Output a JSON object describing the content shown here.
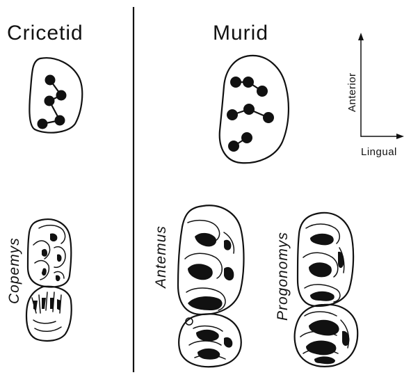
{
  "headings": {
    "left": "Cricetid",
    "right": "Murid"
  },
  "orientation": {
    "vertical_label": "Anterior",
    "horizontal_label": "Lingual"
  },
  "taxa": {
    "left": "Copemys",
    "middle": "Antemus",
    "right": "Progonomys"
  }
}
